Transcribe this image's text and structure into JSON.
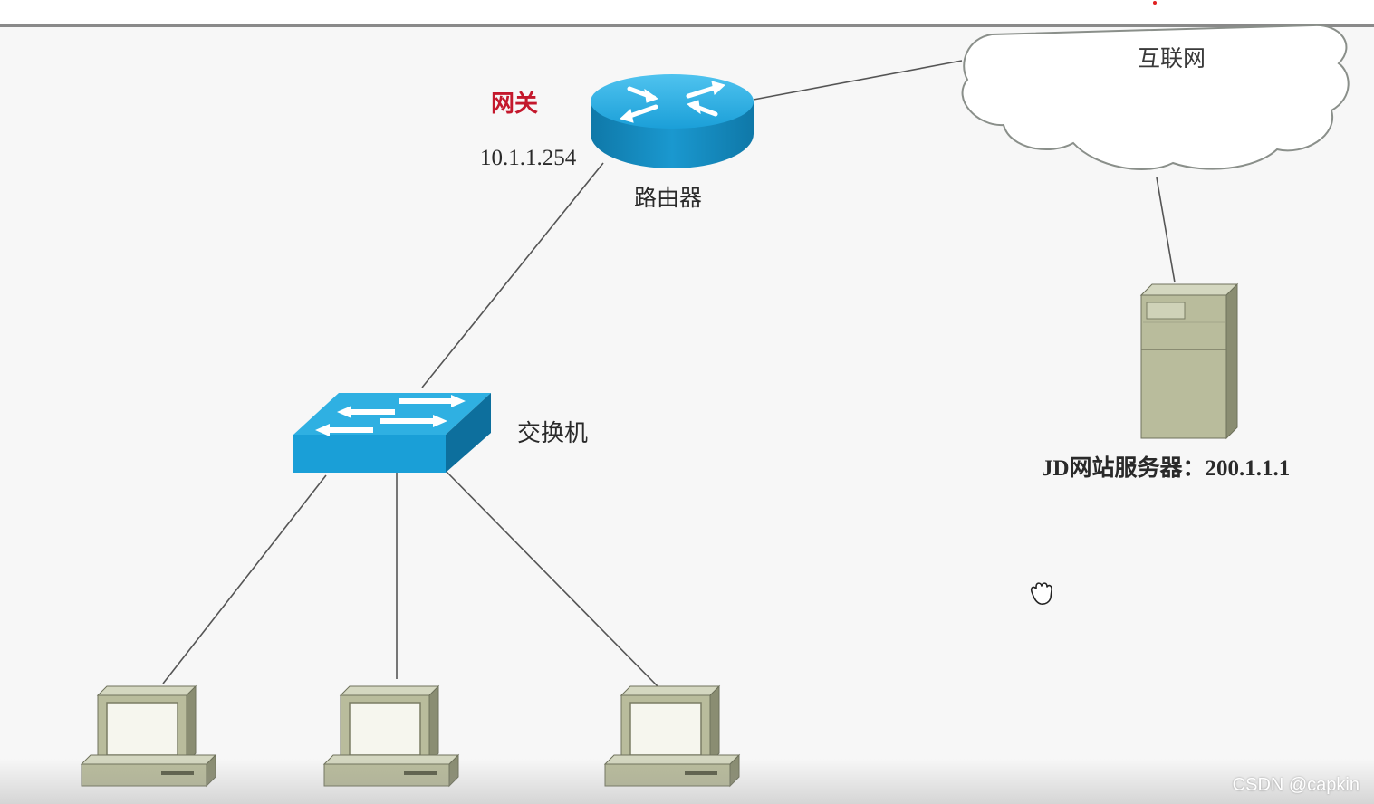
{
  "labels": {
    "gateway": "网关",
    "gateway_ip": "10.1.1.254",
    "router": "路由器",
    "internet": "互联网",
    "switch": "交换机",
    "server": "JD网站服务器：200.1.1.1"
  },
  "watermark": "CSDN @capkin",
  "colors": {
    "gateway_text": "#c4182c",
    "device_blue": "#1aa0d6",
    "device_blue_dark": "#0d6f9d",
    "computer_body": "#b9bc9c"
  },
  "icons": {
    "router": "router-icon",
    "switch": "switch-icon",
    "cloud": "cloud-icon",
    "server": "server-icon",
    "computer": "computer-icon",
    "cursor": "hand-cursor-icon"
  }
}
